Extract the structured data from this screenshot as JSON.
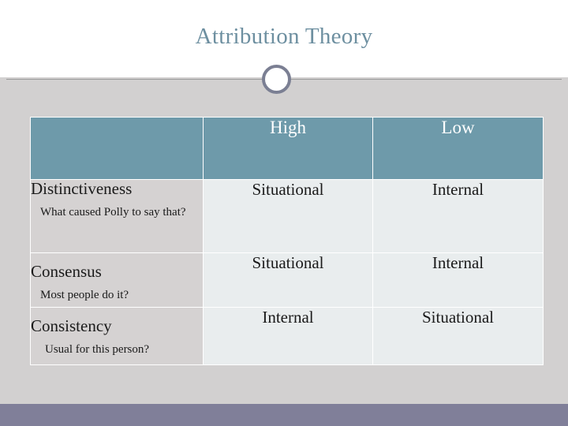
{
  "slide": {
    "title": "Attribution Theory",
    "accent_color": "#6e9aaa",
    "title_color": "#6d8fa0",
    "background_color": "#d2d0d0",
    "footer_color": "#807f99",
    "table": {
      "columns": [
        "",
        "High",
        "Low"
      ],
      "rows": [
        {
          "label": "Distinctiveness",
          "sublabel": "What caused Polly to say that?",
          "high": "Situational",
          "low": "Internal"
        },
        {
          "label": "Consensus",
          "sublabel": "Most people do it?",
          "high": "Situational",
          "low": "Internal"
        },
        {
          "label": "Consistency",
          "sublabel": "Usual for this person?",
          "high": "Internal",
          "low": "Situational"
        }
      ]
    }
  }
}
